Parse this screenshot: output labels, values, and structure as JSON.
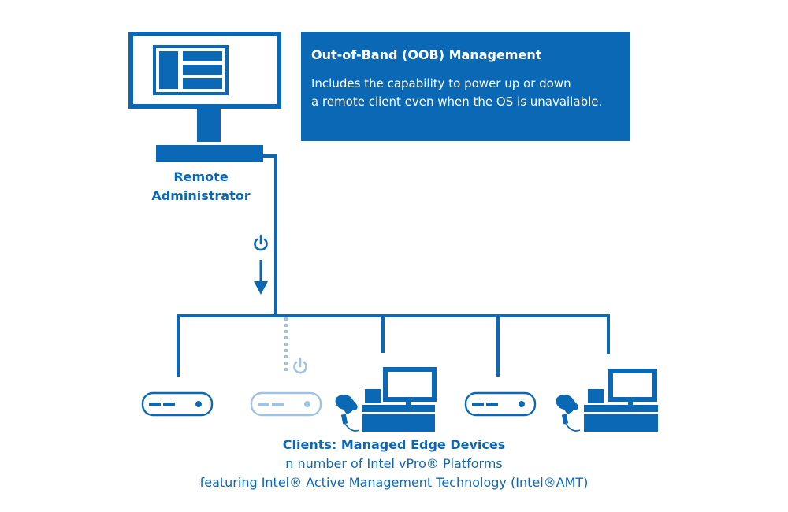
{
  "info_box": {
    "title": "Out-of-Band (OOB) Management",
    "lines": [
      "Includes the capability to power up or down",
      "a remote client even when the OS is unavailable."
    ]
  },
  "admin": {
    "lines": [
      "Remote",
      "Administrator"
    ]
  },
  "clients": {
    "title": "Clients: Managed Edge Devices",
    "lines": [
      "n number of Intel vPro® Platforms",
      "featuring Intel® Active Management Technology (Intel®AMT)"
    ]
  },
  "colors": {
    "primary": "#0b68b5",
    "faded": "#9fc3e4",
    "background": "#ffffff"
  },
  "icons": [
    "monitor-icon",
    "power-icon",
    "arrow-down-icon",
    "edge-device-icon",
    "pos-terminal-icon",
    "barcode-scanner-icon"
  ]
}
